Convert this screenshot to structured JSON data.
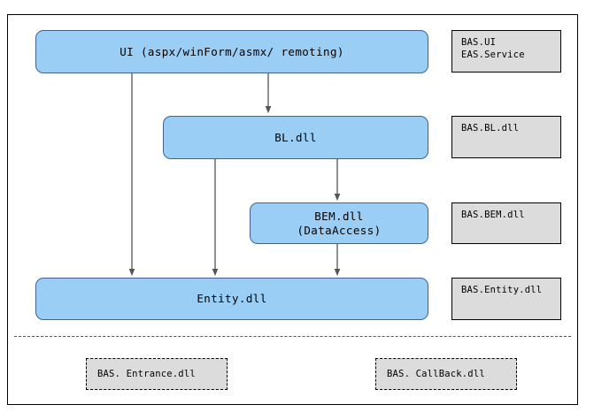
{
  "diagram": {
    "title_visible": false,
    "colors": {
      "node_fill": "#9ACEF5",
      "node_stroke": "#40638C",
      "label_fill": "#DCDCDC",
      "label_stroke": "#000000",
      "connector": "#555555",
      "frame": "#000000",
      "background": "#FFFFFF"
    },
    "nodes": [
      {
        "id": "ui",
        "line1": "UI (aspx/winForm/asmx/ remoting)",
        "line2": ""
      },
      {
        "id": "bl",
        "line1": "BL.dll",
        "line2": ""
      },
      {
        "id": "bem",
        "line1": "BEM.dll",
        "line2": "(DataAccess)"
      },
      {
        "id": "entity",
        "line1": "Entity.dll",
        "line2": ""
      }
    ],
    "labels": [
      {
        "id": "label-ui",
        "line1": "BAS.UI",
        "line2": "EAS.Service"
      },
      {
        "id": "label-bl",
        "line1": "BAS.BL.dll",
        "line2": ""
      },
      {
        "id": "label-bem",
        "line1": "BAS.BEM.dll",
        "line2": ""
      },
      {
        "id": "label-entity",
        "line1": "BAS.Entity.dll",
        "line2": ""
      }
    ],
    "detached_modules": [
      {
        "id": "entrance",
        "text": "BAS. Entrance.dll"
      },
      {
        "id": "callback",
        "text": "BAS. CallBack.dll"
      }
    ],
    "connections": [
      {
        "from": "ui",
        "to": "bl"
      },
      {
        "from": "ui",
        "to": "entity"
      },
      {
        "from": "bl",
        "to": "bem"
      },
      {
        "from": "bl",
        "to": "entity"
      },
      {
        "from": "bem",
        "to": "entity"
      }
    ]
  }
}
